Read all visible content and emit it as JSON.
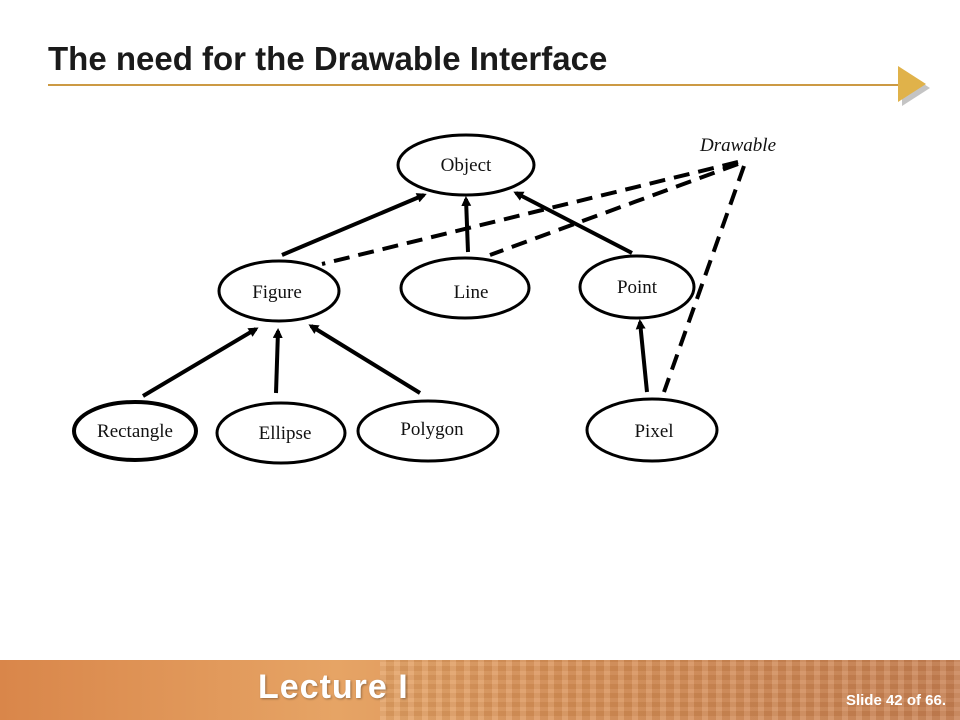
{
  "slide": {
    "title": "The need for the Drawable Interface"
  },
  "diagram": {
    "interface_label": "Drawable",
    "nodes": {
      "object": "Object",
      "figure": "Figure",
      "line": "Line",
      "point": "Point",
      "rectangle": "Rectangle",
      "ellipse": "Ellipse",
      "polygon": "Polygon",
      "pixel": "Pixel"
    }
  },
  "footer": {
    "lecture": "Lecture I",
    "slide_counter": "Slide 42 of 66."
  },
  "colors": {
    "accent_rule": "#cc9a44",
    "arrow": "#e0b24a",
    "footer_orange": "#e6a465"
  }
}
